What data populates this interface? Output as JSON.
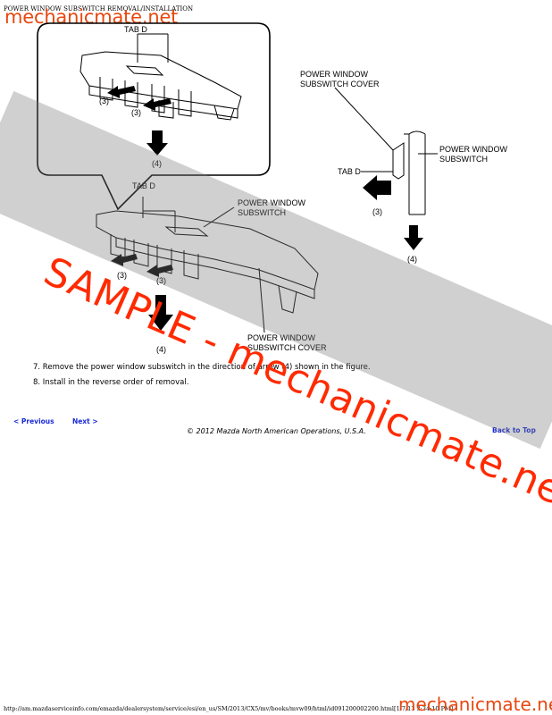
{
  "header": {
    "print_title": "POWER WINDOW SUBSWITCH REMOVAL/INSTALLATION",
    "watermark_site": "mechanicmate.net"
  },
  "figure": {
    "labels": {
      "tab_d_callout": "TAB D",
      "tab_d_main": "TAB D",
      "tab_d_section": "TAB D",
      "subswitch_cover_line1": "POWER WINDOW",
      "subswitch_cover_line2": "SUBSWITCH COVER",
      "subswitch_section_line1": "POWER WINDOW",
      "subswitch_section_line2": "SUBSWITCH",
      "subswitch_main_line1": "POWER WINDOW",
      "subswitch_main_line2": "SUBSWITCH",
      "cover_main_line1": "POWER WINDOW",
      "cover_main_line2": "SUBSWITCH COVER",
      "arrow_3": "(3)",
      "arrow_4": "(4)"
    }
  },
  "steps": [
    "7. Remove the power window subswitch in the direction of arrow (4) shown in the figure.",
    "8. Install in the reverse order of removal."
  ],
  "nav": {
    "previous": "< Previous",
    "next": "Next >",
    "back_to_top": "Back to Top"
  },
  "copyright": "© 2012 Mazda North American Operations, U.S.A.",
  "watermark": {
    "sample": "SAMPLE - mechanicmate.net",
    "bottom": "mechanicmate.net"
  },
  "footer": {
    "url": "http://am.mazdaserviceinfo.com/emazda/dealersystem/service/esi/en_us/SM/2013/CX5/mv/books/mvw09/html/id091200002200.html[1/7/13 3:34:10 PM]"
  },
  "colors": {
    "watermark": "#e8470f",
    "link": "#1a2bd6"
  }
}
